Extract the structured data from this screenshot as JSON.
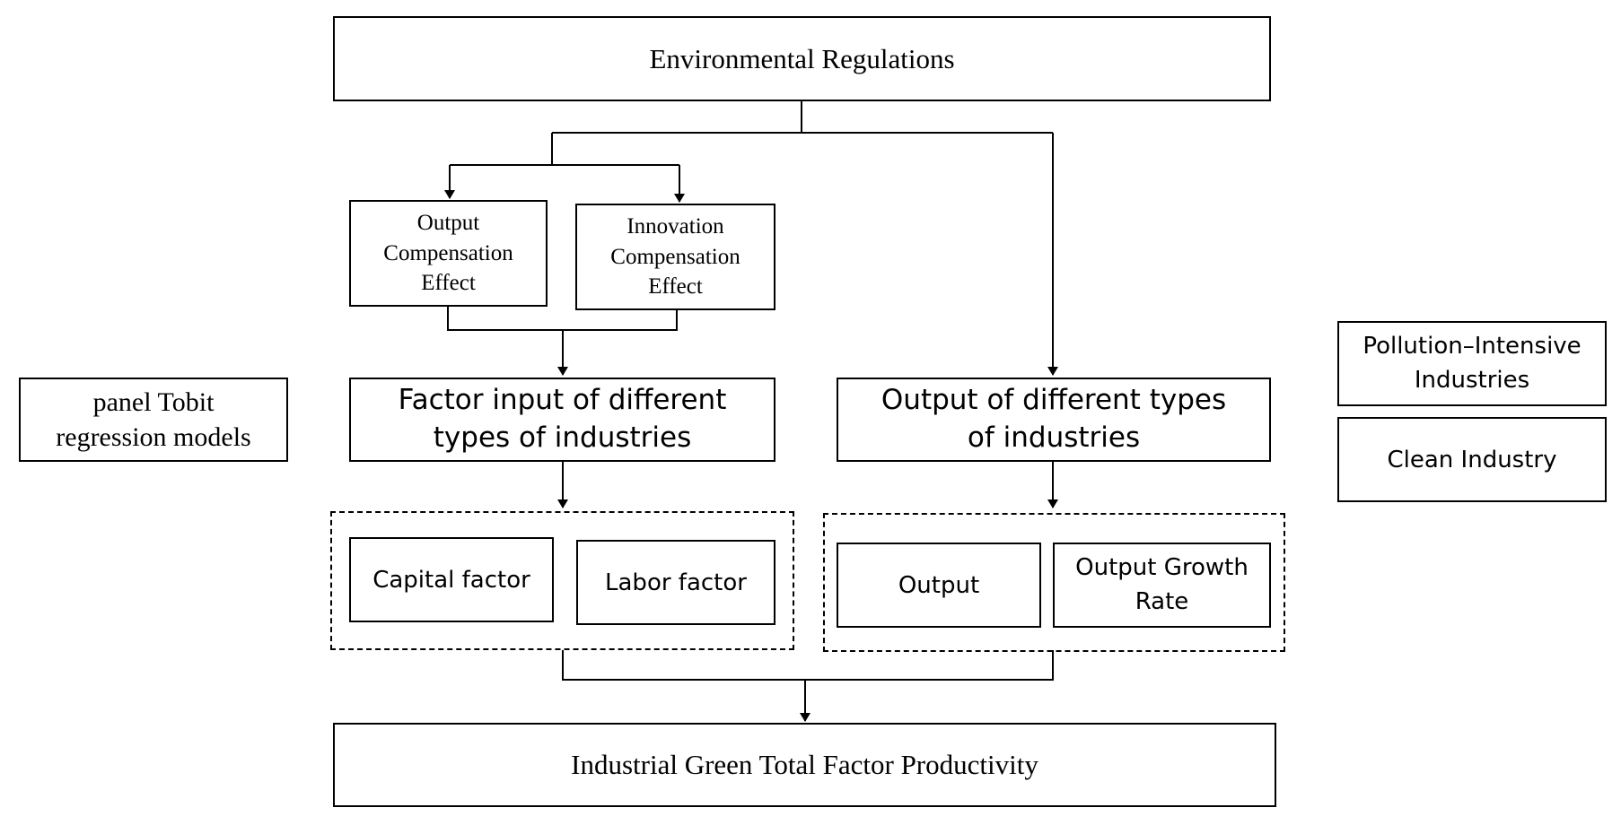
{
  "diagram": {
    "top": {
      "label": "Environmental Regulations"
    },
    "output_comp": {
      "line1": "Output",
      "line2": "Compensation",
      "line3": "Effect"
    },
    "innov_comp": {
      "line1": "Innovation",
      "line2": "Compensation",
      "line3": "Effect"
    },
    "factor_input": {
      "line1": "Factor input of different",
      "line2": "types of industries"
    },
    "output_types": {
      "line1": "Output of different types",
      "line2": "of industries"
    },
    "capital": {
      "label": "Capital factor"
    },
    "labor": {
      "label": "Labor factor"
    },
    "output": {
      "label": "Output"
    },
    "growth": {
      "line1": "Output Growth",
      "line2": "Rate"
    },
    "bottom": {
      "label": "Industrial Green Total Factor Productivity"
    },
    "tobit": {
      "line1": "panel Tobit",
      "line2": "regression models"
    },
    "pollution": {
      "line1": "Pollution–Intensive",
      "line2": "Industries"
    },
    "clean": {
      "label": "Clean Industry"
    }
  }
}
